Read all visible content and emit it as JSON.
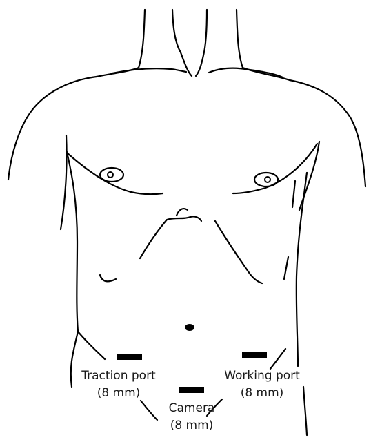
{
  "ports": [
    {
      "id": "traction",
      "name": "Traction port",
      "size": "(8 mm)"
    },
    {
      "id": "working",
      "name": "Working port",
      "size": "(8 mm)"
    },
    {
      "id": "camera",
      "name": "Camera",
      "size": "(8 mm)"
    }
  ],
  "colors": {
    "ink": "#000000",
    "text": "#1a1a1a",
    "background": "#ffffff"
  }
}
